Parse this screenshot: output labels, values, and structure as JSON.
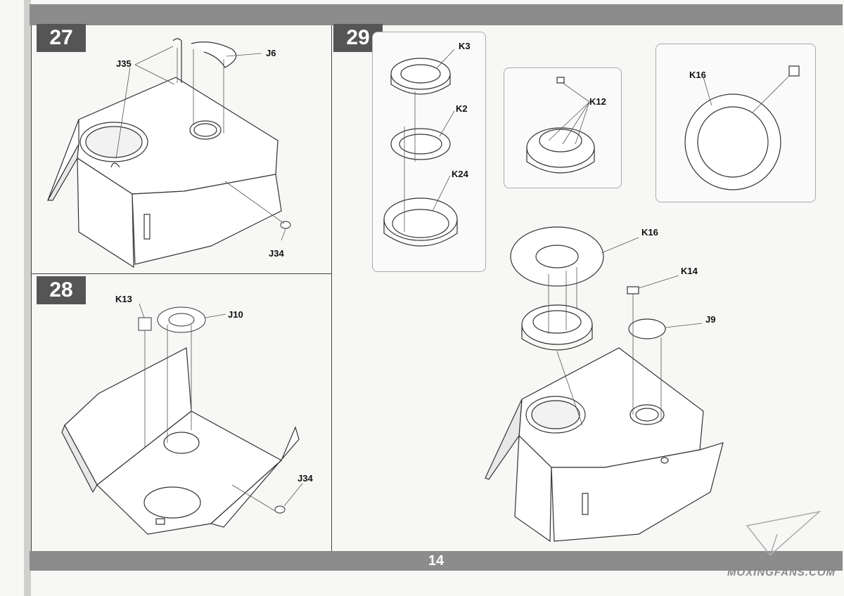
{
  "steps": {
    "s27": {
      "number": "27",
      "labels": {
        "j35": "J35",
        "j6": "J6",
        "j34": "J34"
      }
    },
    "s28": {
      "number": "28",
      "labels": {
        "k13": "K13",
        "j10": "J10",
        "j34": "J34"
      }
    },
    "s29": {
      "number": "29",
      "labels": {
        "k3": "K3",
        "k2": "K2",
        "k24": "K24",
        "k12": "K12",
        "k16a": "K16",
        "k16b": "K16",
        "k14": "K14",
        "j9": "J9"
      }
    }
  },
  "footer": {
    "page_number": "14"
  },
  "watermark": {
    "text": "MOXINGFANS.COM"
  },
  "icons": {
    "cement_marker": "cement-icon",
    "paper_plane": "paper-plane-icon"
  }
}
